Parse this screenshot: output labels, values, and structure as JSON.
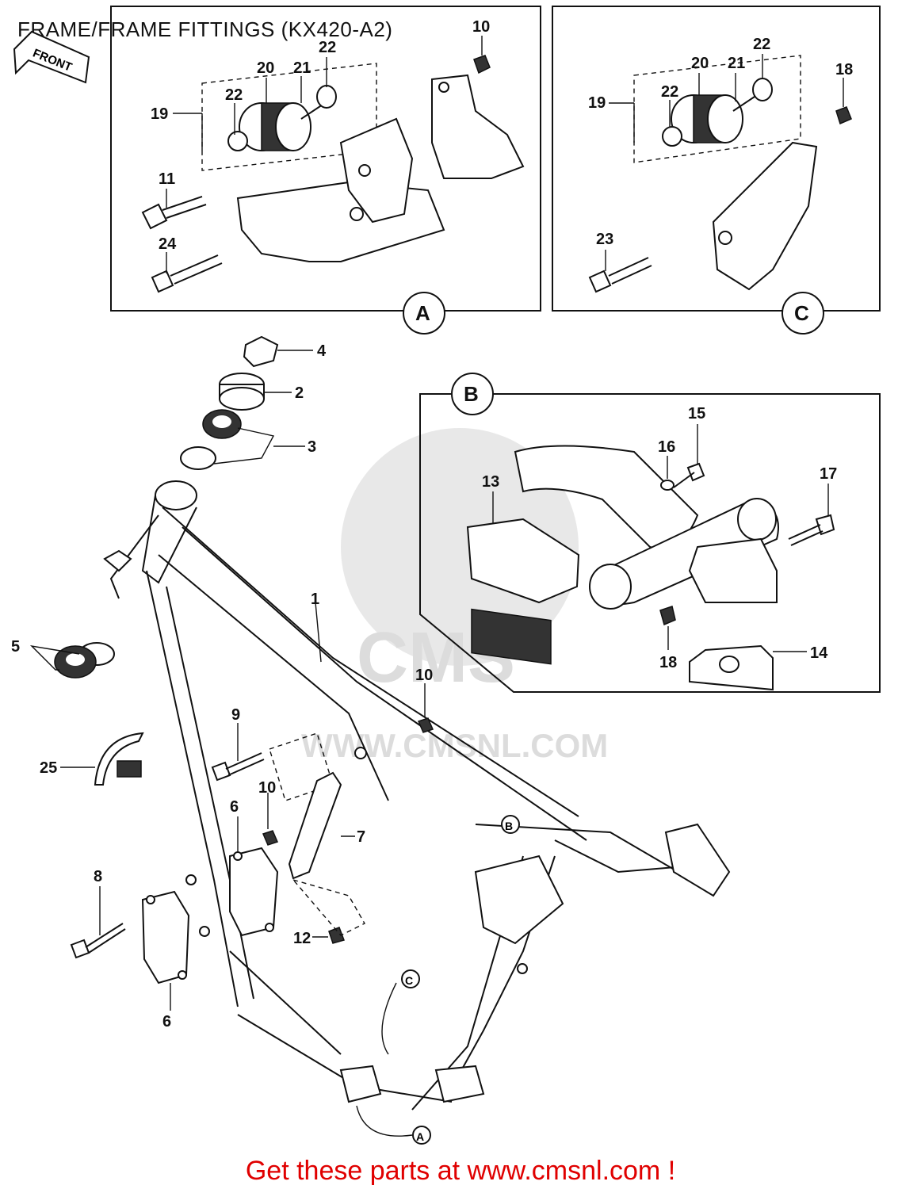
{
  "title": "FRAME/FRAME FITTINGS (KX420-A2)",
  "front_arrow": "FRONT",
  "callouts": {
    "a": "A",
    "b": "B",
    "c": "C"
  },
  "watermark": "WWW.CMSNL.COM",
  "parts": {
    "p1": "1",
    "p2": "2",
    "p3": "3",
    "p4": "4",
    "p5": "5",
    "p6a": "6",
    "p6b": "6",
    "p7": "7",
    "p8": "8",
    "p9": "9",
    "p10_top": "10",
    "p10_mid": "10",
    "p10_low": "10",
    "p11": "11",
    "p12": "12",
    "p13": "13",
    "p14": "14",
    "p15": "15",
    "p16": "16",
    "p17": "17",
    "p18_c": "18",
    "p18_b": "18",
    "p19_a": "19",
    "p19_c": "19",
    "p20_a": "20",
    "p20_c": "20",
    "p21_a": "21",
    "p21_c": "21",
    "p22_a1": "22",
    "p22_a2": "22",
    "p22_c1": "22",
    "p22_c2": "22",
    "p23": "23",
    "p24": "24",
    "p25": "25"
  },
  "footer": {
    "prefix": "Get these parts at ",
    "link": "www.cmsnl.com",
    "suffix": " !"
  }
}
